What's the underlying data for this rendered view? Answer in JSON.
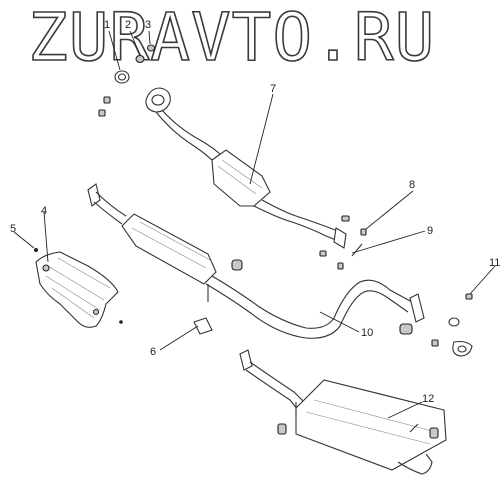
{
  "watermark": "ZURAVTO.RU",
  "callouts": [
    "1",
    "2",
    "3",
    "4",
    "5",
    "6",
    "7",
    "8",
    "9",
    "10",
    "11",
    "12"
  ],
  "colors": {
    "line": "#333333",
    "fill_dark": "#c8c8c8",
    "background": "#ffffff"
  }
}
